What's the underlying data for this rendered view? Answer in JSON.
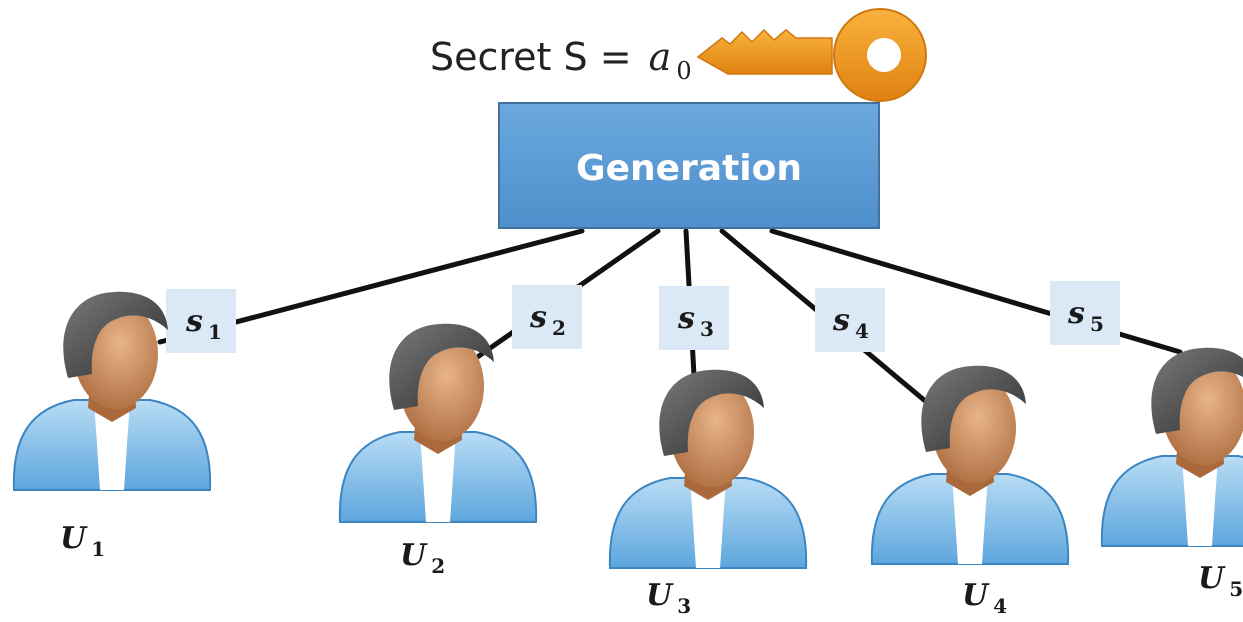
{
  "secret": {
    "label": "Secret S =",
    "variable": "a",
    "subscript": "0"
  },
  "generator": {
    "label": "Generation"
  },
  "shares": [
    {
      "symbol": "s",
      "index": "1"
    },
    {
      "symbol": "s",
      "index": "2"
    },
    {
      "symbol": "s",
      "index": "3"
    },
    {
      "symbol": "s",
      "index": "4"
    },
    {
      "symbol": "s",
      "index": "5"
    }
  ],
  "users": [
    {
      "symbol": "U",
      "index": "1"
    },
    {
      "symbol": "U",
      "index": "2"
    },
    {
      "symbol": "U",
      "index": "3"
    },
    {
      "symbol": "U",
      "index": "4"
    },
    {
      "symbol": "U",
      "index": "5"
    }
  ],
  "colors": {
    "generator_fill": "#5b9bd5",
    "generator_stroke": "#41719c",
    "share_box": "#dbe8f5",
    "key": "#f39a1e",
    "key_dark": "#c9700c",
    "connector": "#111111",
    "shirt": "#8ec4ec",
    "skin": "#c98c5a",
    "hair": "#3f3f3f"
  },
  "icons": {
    "key": "key-icon",
    "user": "user-avatar-icon"
  }
}
